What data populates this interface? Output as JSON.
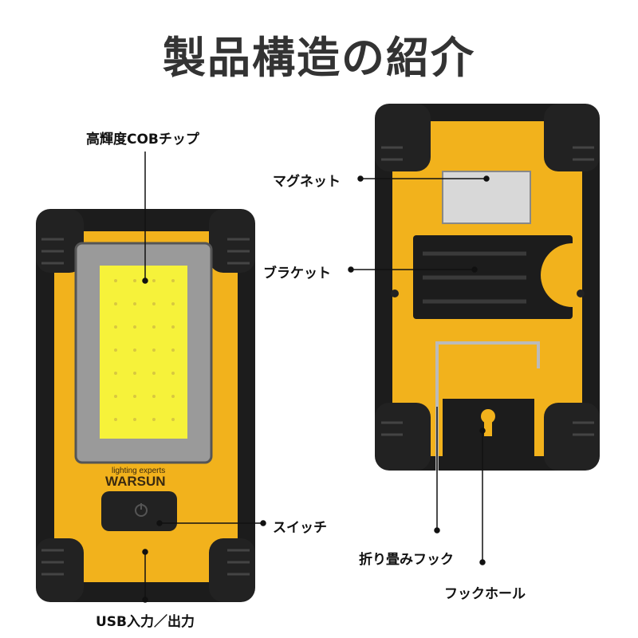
{
  "title": "製品構造の紹介",
  "labels": {
    "cob": "高輝度COBチップ",
    "magnet": "マグネット",
    "bracket": "ブラケット",
    "switch": "スイッチ",
    "hook": "折り畳みフック",
    "hook_hole": "フックホール",
    "usb": "USB入力／出力"
  },
  "logo": {
    "tagline": "lighting experts",
    "brand": "WARSUN"
  },
  "colors": {
    "body": "#f2b21c",
    "frame": "#1c1c1c",
    "cob": "#f6f23a",
    "title": "#333333"
  }
}
